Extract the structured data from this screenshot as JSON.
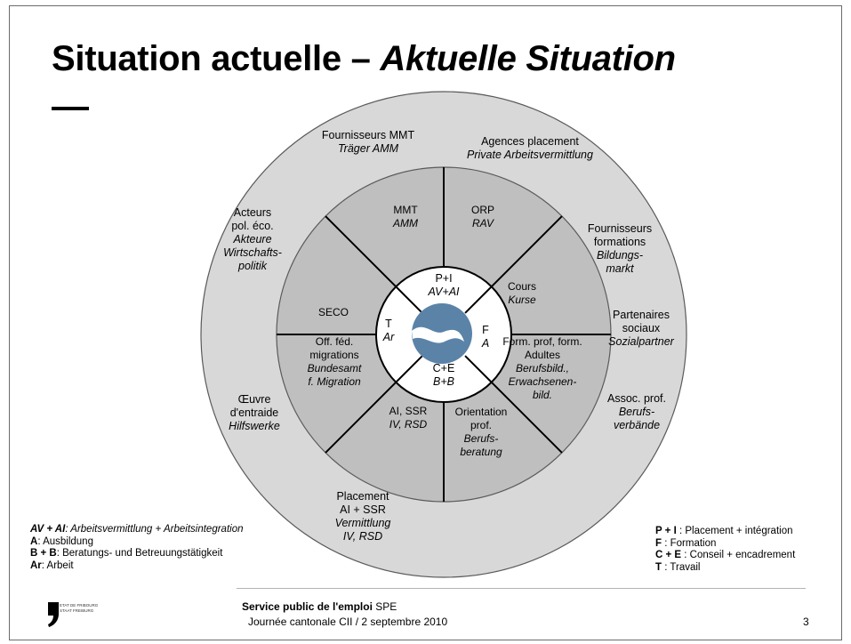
{
  "title": {
    "main": "Situation actuelle – ",
    "italic": "Aktuelle Situation",
    "dash": "—"
  },
  "diagram": {
    "colors": {
      "outer_ring": "#d8d8d8",
      "middle_ring": "#bfbfbf",
      "inner_circle": "#ffffff",
      "logo": "#5b83a8",
      "lines": "#000000"
    },
    "outer_labels": [
      {
        "id": "fournisseurs-mmt",
        "lines": [
          {
            "t": "Fournisseurs MMT",
            "i": false
          },
          {
            "t": "Träger AMM",
            "i": true
          }
        ]
      },
      {
        "id": "agences-placement",
        "lines": [
          {
            "t": "Agences placement",
            "i": false
          },
          {
            "t": "Private Arbeitsvermittlung",
            "i": true
          }
        ]
      },
      {
        "id": "fournisseurs-formations",
        "lines": [
          {
            "t": "Fournisseurs",
            "i": false
          },
          {
            "t": "formations",
            "i": false
          },
          {
            "t": "Bildungs-",
            "i": true
          },
          {
            "t": "markt",
            "i": true
          }
        ]
      },
      {
        "id": "partenaires-sociaux",
        "lines": [
          {
            "t": "Partenaires",
            "i": false
          },
          {
            "t": "sociaux",
            "i": false
          },
          {
            "t": "Sozialpartner",
            "i": true
          }
        ]
      },
      {
        "id": "assoc-prof",
        "lines": [
          {
            "t": "Assoc. prof.",
            "i": false
          },
          {
            "t": "Berufs-",
            "i": true
          },
          {
            "t": "verbände",
            "i": true
          }
        ]
      },
      {
        "id": "placement-ai-ssr",
        "lines": [
          {
            "t": "Placement",
            "i": false
          },
          {
            "t": "AI + SSR",
            "i": false
          },
          {
            "t": "Vermittlung",
            "i": true
          },
          {
            "t": "IV, RSD",
            "i": true
          }
        ]
      },
      {
        "id": "oeuvre-entraide",
        "lines": [
          {
            "t": "Œuvre",
            "i": false
          },
          {
            "t": "d'entraide",
            "i": false
          },
          {
            "t": "Hilfswerke",
            "i": true
          }
        ]
      },
      {
        "id": "acteurs-pol-eco",
        "lines": [
          {
            "t": "Acteurs",
            "i": false
          },
          {
            "t": "pol. éco.",
            "i": false
          },
          {
            "t": "Akteure",
            "i": true
          },
          {
            "t": "Wirtschafts-",
            "i": true
          },
          {
            "t": "politik",
            "i": true
          }
        ]
      }
    ],
    "sector_labels": [
      {
        "id": "mmt",
        "lines": [
          {
            "t": "MMT",
            "i": false
          },
          {
            "t": "AMM",
            "i": true
          }
        ]
      },
      {
        "id": "orp",
        "lines": [
          {
            "t": "ORP",
            "i": false
          },
          {
            "t": "RAV",
            "i": true
          }
        ]
      },
      {
        "id": "cours",
        "lines": [
          {
            "t": "Cours",
            "i": false
          },
          {
            "t": "Kurse",
            "i": true
          }
        ]
      },
      {
        "id": "form-prof",
        "lines": [
          {
            "t": "Form. prof, form.",
            "i": false
          },
          {
            "t": "Adultes",
            "i": false
          },
          {
            "t": "Berufsbild.,",
            "i": true
          },
          {
            "t": "Erwachsenen-",
            "i": true
          },
          {
            "t": "bild.",
            "i": true
          }
        ]
      },
      {
        "id": "orientation",
        "lines": [
          {
            "t": "Orientation",
            "i": false
          },
          {
            "t": "prof.",
            "i": false
          },
          {
            "t": "Berufs-",
            "i": true
          },
          {
            "t": "beratung",
            "i": true
          }
        ]
      },
      {
        "id": "ai-ssr",
        "lines": [
          {
            "t": "AI, SSR",
            "i": false
          },
          {
            "t": "IV, RSD",
            "i": true
          }
        ]
      },
      {
        "id": "off-fed",
        "lines": [
          {
            "t": "Off. féd.",
            "i": false
          },
          {
            "t": "migrations",
            "i": false
          },
          {
            "t": "Bundesamt",
            "i": true
          },
          {
            "t": "f. Migration",
            "i": true
          }
        ]
      },
      {
        "id": "seco",
        "lines": [
          {
            "t": "SECO",
            "i": false
          }
        ]
      }
    ],
    "inner_labels": [
      {
        "id": "p-i",
        "lines": [
          {
            "t": "P+I",
            "i": false
          },
          {
            "t": "AV+AI",
            "i": true
          }
        ]
      },
      {
        "id": "f",
        "lines": [
          {
            "t": "F",
            "i": false
          },
          {
            "t": "A",
            "i": true
          }
        ]
      },
      {
        "id": "c-e",
        "lines": [
          {
            "t": "C+E",
            "i": false
          },
          {
            "t": "B+B",
            "i": true
          }
        ]
      },
      {
        "id": "t",
        "lines": [
          {
            "t": "T",
            "i": false
          },
          {
            "t": "Ar",
            "i": true
          }
        ]
      }
    ]
  },
  "legend_left": {
    "l1_bold": "AV + AI",
    "l1_rest": ": Arbeitsvermittlung + Arbeitsintegration",
    "l2_bold": "A",
    "l2_rest": ": Ausbildung",
    "l3_bold": "B + B",
    "l3_rest": ": Beratungs- und Betreuungstätigkeit",
    "l4_bold": "Ar",
    "l4_rest": ": Arbeit"
  },
  "legend_right": {
    "l1_bold": "P + I",
    "l1_rest": " : Placement + intégration",
    "l2_bold": "F",
    "l2_rest": " : Formation",
    "l3_bold": "C + E",
    "l3_rest": " : Conseil + encadrement",
    "l4_bold": "T",
    "l4_rest": " : Travail"
  },
  "footer": {
    "logo_line1": "ETAT DE FRIBOURG",
    "logo_line2": "STAAT FREIBURG",
    "service_bold": "Service public de l'emploi",
    "service_rest": " SPE",
    "event": "Journée cantonale CII / 2 septembre 2010",
    "page": "3"
  }
}
